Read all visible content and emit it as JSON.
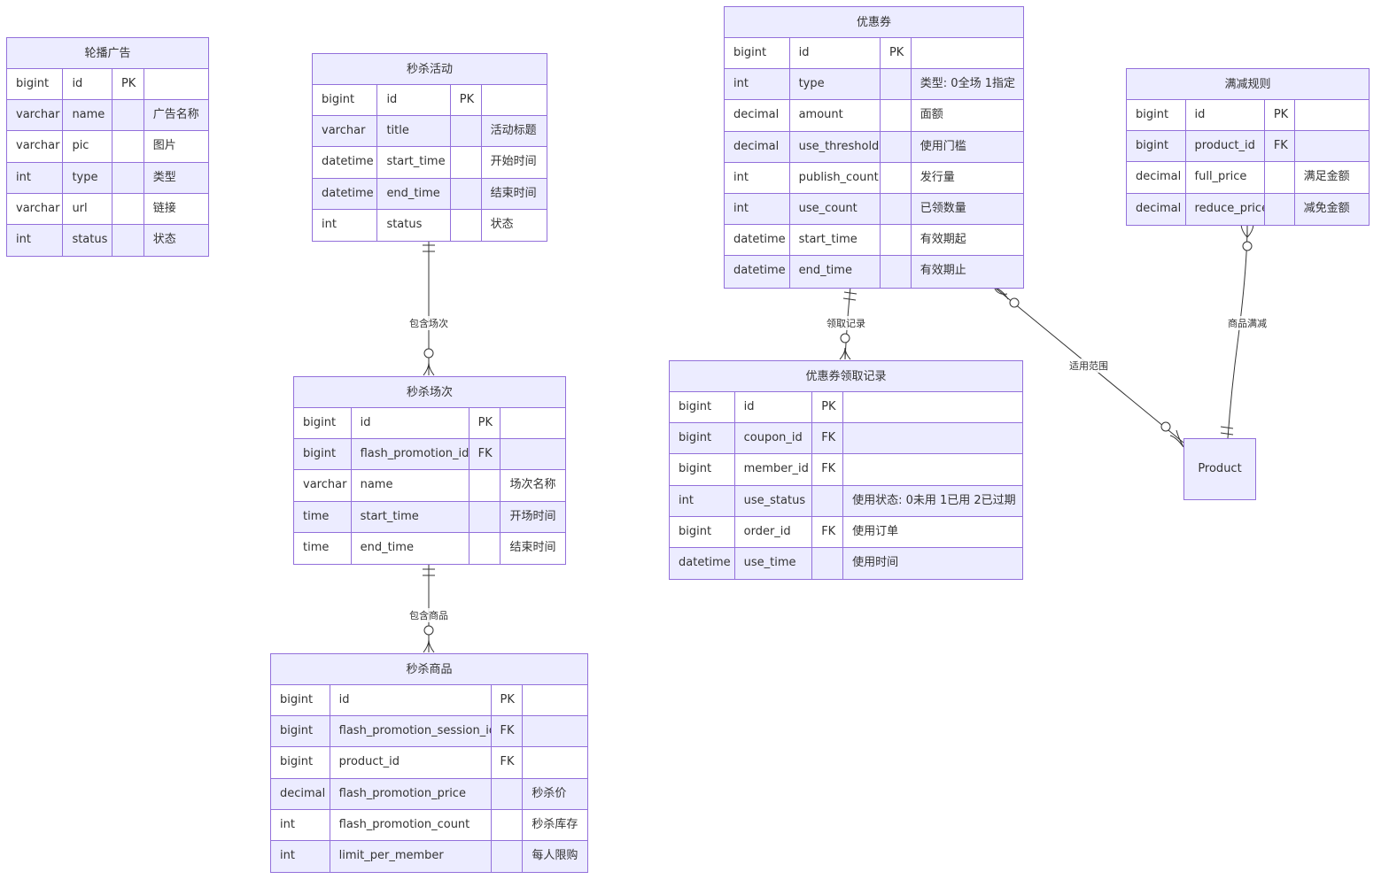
{
  "entities": {
    "carousel": {
      "name": "轮播广告",
      "rows": [
        {
          "type": "bigint",
          "field": "id",
          "key": "PK",
          "comment": ""
        },
        {
          "type": "varchar",
          "field": "name",
          "key": "",
          "comment": "广告名称"
        },
        {
          "type": "varchar",
          "field": "pic",
          "key": "",
          "comment": "图片"
        },
        {
          "type": "int",
          "field": "type",
          "key": "",
          "comment": "类型"
        },
        {
          "type": "varchar",
          "field": "url",
          "key": "",
          "comment": "链接"
        },
        {
          "type": "int",
          "field": "status",
          "key": "",
          "comment": "状态"
        }
      ]
    },
    "flash_promotion": {
      "name": "秒杀活动",
      "rows": [
        {
          "type": "bigint",
          "field": "id",
          "key": "PK",
          "comment": ""
        },
        {
          "type": "varchar",
          "field": "title",
          "key": "",
          "comment": "活动标题"
        },
        {
          "type": "datetime",
          "field": "start_time",
          "key": "",
          "comment": "开始时间"
        },
        {
          "type": "datetime",
          "field": "end_time",
          "key": "",
          "comment": "结束时间"
        },
        {
          "type": "int",
          "field": "status",
          "key": "",
          "comment": "状态"
        }
      ]
    },
    "flash_session": {
      "name": "秒杀场次",
      "rows": [
        {
          "type": "bigint",
          "field": "id",
          "key": "PK",
          "comment": ""
        },
        {
          "type": "bigint",
          "field": "flash_promotion_id",
          "key": "FK",
          "comment": ""
        },
        {
          "type": "varchar",
          "field": "name",
          "key": "",
          "comment": "场次名称"
        },
        {
          "type": "time",
          "field": "start_time",
          "key": "",
          "comment": "开场时间"
        },
        {
          "type": "time",
          "field": "end_time",
          "key": "",
          "comment": "结束时间"
        }
      ]
    },
    "flash_product": {
      "name": "秒杀商品",
      "rows": [
        {
          "type": "bigint",
          "field": "id",
          "key": "PK",
          "comment": ""
        },
        {
          "type": "bigint",
          "field": "flash_promotion_session_id",
          "key": "FK",
          "comment": ""
        },
        {
          "type": "bigint",
          "field": "product_id",
          "key": "FK",
          "comment": ""
        },
        {
          "type": "decimal",
          "field": "flash_promotion_price",
          "key": "",
          "comment": "秒杀价"
        },
        {
          "type": "int",
          "field": "flash_promotion_count",
          "key": "",
          "comment": "秒杀库存"
        },
        {
          "type": "int",
          "field": "limit_per_member",
          "key": "",
          "comment": "每人限购"
        }
      ]
    },
    "coupon": {
      "name": "优惠券",
      "rows": [
        {
          "type": "bigint",
          "field": "id",
          "key": "PK",
          "comment": ""
        },
        {
          "type": "int",
          "field": "type",
          "key": "",
          "comment": "类型: 0全场 1指定"
        },
        {
          "type": "decimal",
          "field": "amount",
          "key": "",
          "comment": "面额"
        },
        {
          "type": "decimal",
          "field": "use_threshold",
          "key": "",
          "comment": "使用门槛"
        },
        {
          "type": "int",
          "field": "publish_count",
          "key": "",
          "comment": "发行量"
        },
        {
          "type": "int",
          "field": "use_count",
          "key": "",
          "comment": "已领数量"
        },
        {
          "type": "datetime",
          "field": "start_time",
          "key": "",
          "comment": "有效期起"
        },
        {
          "type": "datetime",
          "field": "end_time",
          "key": "",
          "comment": "有效期止"
        }
      ]
    },
    "coupon_history": {
      "name": "优惠券领取记录",
      "rows": [
        {
          "type": "bigint",
          "field": "id",
          "key": "PK",
          "comment": ""
        },
        {
          "type": "bigint",
          "field": "coupon_id",
          "key": "FK",
          "comment": ""
        },
        {
          "type": "bigint",
          "field": "member_id",
          "key": "FK",
          "comment": ""
        },
        {
          "type": "int",
          "field": "use_status",
          "key": "",
          "comment": "使用状态: 0未用 1已用 2已过期"
        },
        {
          "type": "bigint",
          "field": "order_id",
          "key": "FK",
          "comment": "使用订单"
        },
        {
          "type": "datetime",
          "field": "use_time",
          "key": "",
          "comment": "使用时间"
        }
      ]
    },
    "full_reduction": {
      "name": "满减规则",
      "rows": [
        {
          "type": "bigint",
          "field": "id",
          "key": "PK",
          "comment": ""
        },
        {
          "type": "bigint",
          "field": "product_id",
          "key": "FK",
          "comment": ""
        },
        {
          "type": "decimal",
          "field": "full_price",
          "key": "",
          "comment": "满足金额"
        },
        {
          "type": "decimal",
          "field": "reduce_price",
          "key": "",
          "comment": "减免金额"
        }
      ]
    },
    "product": {
      "name": "Product"
    }
  },
  "relationships": [
    {
      "from": "flash_promotion",
      "to": "flash_session",
      "label": "包含场次",
      "cardinality": "one-to-zero-or-many"
    },
    {
      "from": "flash_session",
      "to": "flash_product",
      "label": "包含商品",
      "cardinality": "one-to-zero-or-many"
    },
    {
      "from": "coupon",
      "to": "coupon_history",
      "label": "领取记录",
      "cardinality": "one-to-zero-or-many"
    },
    {
      "from": "coupon",
      "to": "product",
      "label": "适用范围",
      "cardinality": "zero-or-many-to-zero-or-many"
    },
    {
      "from": "full_reduction",
      "to": "product",
      "label": "商品满减",
      "cardinality": "zero-or-many-to-one"
    }
  ],
  "colors": {
    "border": "#9370DB",
    "fill": "#ECECFF",
    "line": "#333333"
  }
}
